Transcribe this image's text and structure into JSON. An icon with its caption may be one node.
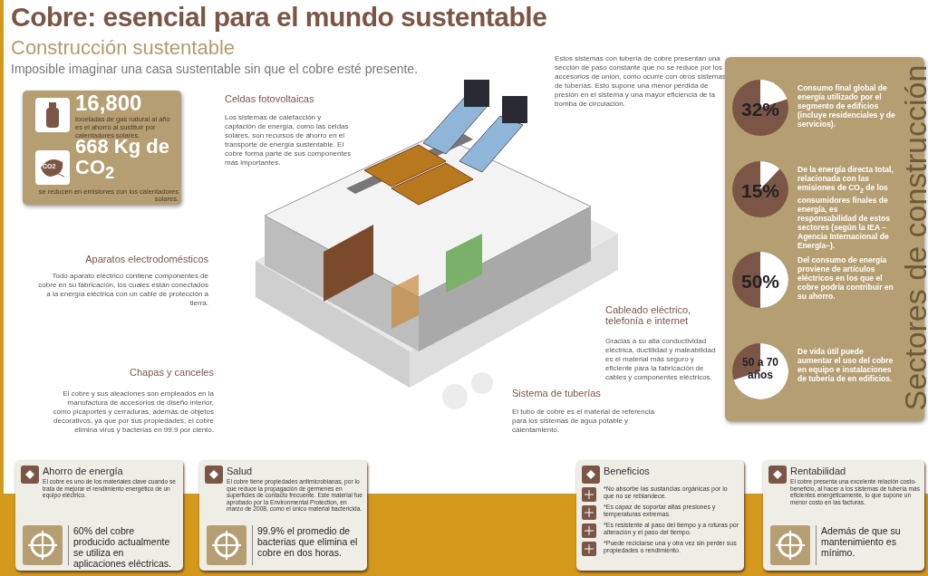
{
  "diagram": {
    "title": "Cobre: esencial para el mundo sustentable",
    "nodes": [
      {
        "text": [
          "16,800",
          "toneladas de gas natural al año es el ahorro al sustituir por calentadores solares.",
          "668 Kg de CO$_{2}$",
          "se reducen en emisiones con los calentadores solares."
        ]
      },
      {
        "text": [
          "CO2"
        ],
        "in": 0
      },
      {
        "text": [
          "Sectores de construcción"
        ]
      },
      {
        "text": [
          "32%"
        ],
        "in": 2,
        "beside": [
          "Consumo final global de energía utilizado por el segmento de edificios (incluye residenciales y de servicios)."
        ]
      },
      {
        "text": [
          "15%"
        ],
        "in": 2,
        "beside": [
          "De la energía directa total, relacionada con las emisiones de CO$_{2}$ de los consumidores finales de energía, es responsabilidad de estos sectores (según la IEA –Agencia Internacional de Energía–)."
        ]
      },
      {
        "text": [
          "50%"
        ],
        "in": 2,
        "beside": [
          "Del consumo de energía proviene de artículos eléctricos en los que el cobre podría contribuir en su ahorro."
        ]
      },
      {
        "text": [
          "50 a 70 años"
        ],
        "in": 2,
        "beside": [
          "De vida útil puede aumentar el uso del cobre en equipo e instalaciones de tubería de en edificios."
        ]
      },
      {
        "text": [
          "Ahorro de energía",
          "El cobre es uno de los materiales clave cuando se trata de mejorar el rendimiento energético de un equipo eléctrico.",
          "60% del cobre producido actualmente se utiliza en aplicaciones eléctricas."
        ]
      },
      {
        "text": [
          "Salud",
          "El cobre tiene propiedades antimicrobianas, por lo que reduce la propagación de gérmenes en superficies de contacto frecuente. Este material fue aprobado por la Environmental Protection, en marzo de 2008, como el único material bactericida.",
          "99.9% el promedio de bacterias que elimina el cobre en dos horas."
        ]
      },
      {
        "text": [
          "Beneficios",
          "*No absorbe las sustancias orgánicas por lo que no se reblandece.",
          "*Es capaz de soportar altas presiones y temperaturas extremas.",
          "*Es resistente al paso del tiempo y a roturas por alteración y el paso del tiempo.",
          "*Puede reciclarse una y otra vez sin perder sus propiedades o rendimiento."
        ]
      },
      {
        "text": [
          "Rentabilidad",
          "El cobre presenta una excelente relación costo-beneficio, al hacer a los sistemas de tubería más eficientes energéticamente, lo que supone un menor costo en las facturas.",
          "Además de que su mantenimiento es mínimo."
        ]
      }
    ],
    "labels": [
      "Construcción sustentable",
      "Imposible imaginar una casa sustentable sin que el cobre esté presente.",
      "Celdas fotovoltaicas",
      "Los sistemas de calefacción y captación de energía, como las celdas solares, son recursos de ahorro en el transporte de energía sustentable. El cobre forma parte de sus componentes más importantes.",
      "Estos sistemas con tubería de cobre presentan una sección de paso constante que no se reduce por los accesorios de unión, como ocurre con otros sistemas de tuberías. Esto supone una menor pérdida de presión en el sistema y una mayor eficiencia de la bomba de circulación.",
      "Aparatos electrodomésticos",
      "Todo aparato eléctrico contiene componentes de cobre en su fabricación, los cuales están conectados a la energía eléctrica con un cable de protección a tierra.",
      "Cableado eléctrico, telefonía e internet",
      "Gracias a su alta conductividad eléctrica, ductilidad y maleabilidad es el material más seguro y eficiente para la fabricación de cables y componentes eléctricos.",
      "Chapas y canceles",
      "El cobre y sus aleaciones son empleados en la manufactura de accesorios de diseño interior, como picaportes y cerraduras, además de objetos decorativos, ya que por sus propiedades, el cobre elimina virus y bacterias en 99.9 por ciento.",
      "Sistema de tuberías",
      "El tubo de cobre es el material de referencia para los sistemas de agua potable y calentamiento."
    ]
  }
}
